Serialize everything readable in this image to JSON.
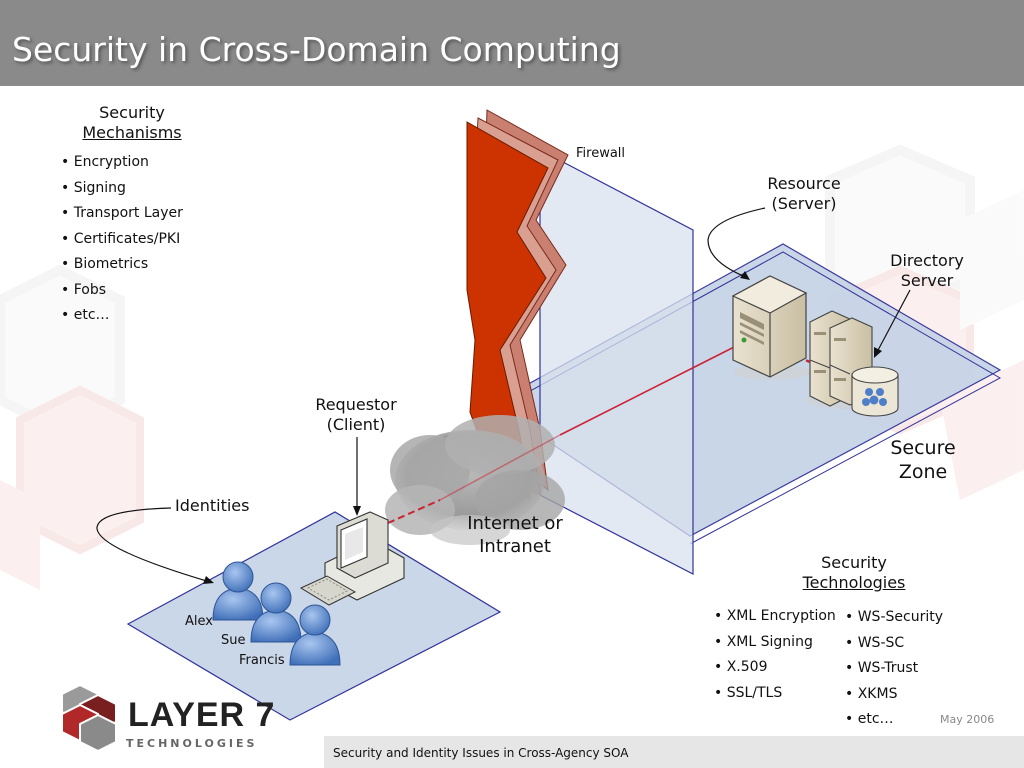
{
  "slide": {
    "title": "Security in Cross-Domain Computing",
    "footer": "Security and Identity Issues in Cross-Agency SOA",
    "date": "May 2006"
  },
  "mechanisms": {
    "heading_line1": "Security",
    "heading_line2": "Mechanisms",
    "items": [
      "Encryption",
      "Signing",
      "Transport Layer",
      "Certificates/PKI",
      "Biometrics",
      "Fobs",
      "etc…"
    ]
  },
  "technologies": {
    "heading_line1": "Security",
    "heading_line2": "Technologies",
    "col1": [
      "XML Encryption",
      "XML Signing",
      "X.509",
      "SSL/TLS"
    ],
    "col2": [
      "WS-Security",
      "WS-SC",
      "WS-Trust",
      "XKMS",
      "etc…"
    ]
  },
  "labels": {
    "firewall": "Firewall",
    "resource_line1": "Resource",
    "resource_line2": "(Server)",
    "directory_line1": "Directory",
    "directory_line2": "Server",
    "secure_line1": "Secure",
    "secure_line2": "Zone",
    "requestor_line1": "Requestor",
    "requestor_line2": "(Client)",
    "identities": "Identities",
    "internet_line1": "Internet or",
    "internet_line2": "Intranet"
  },
  "people": [
    "Alex",
    "Sue",
    "Francis"
  ],
  "logo": {
    "text": "LAYER 7",
    "subtitle": "TECHNOLOGIES"
  },
  "colors": {
    "title_bar": "#8a8a8a",
    "firewall_red": "#cc3300",
    "zone_fill": "#c9d6e6",
    "zone_stroke": "#3a3a9a",
    "connection_red": "#cc2233",
    "person_blue": "#6f9ad6",
    "watermark": "#f6dede"
  }
}
